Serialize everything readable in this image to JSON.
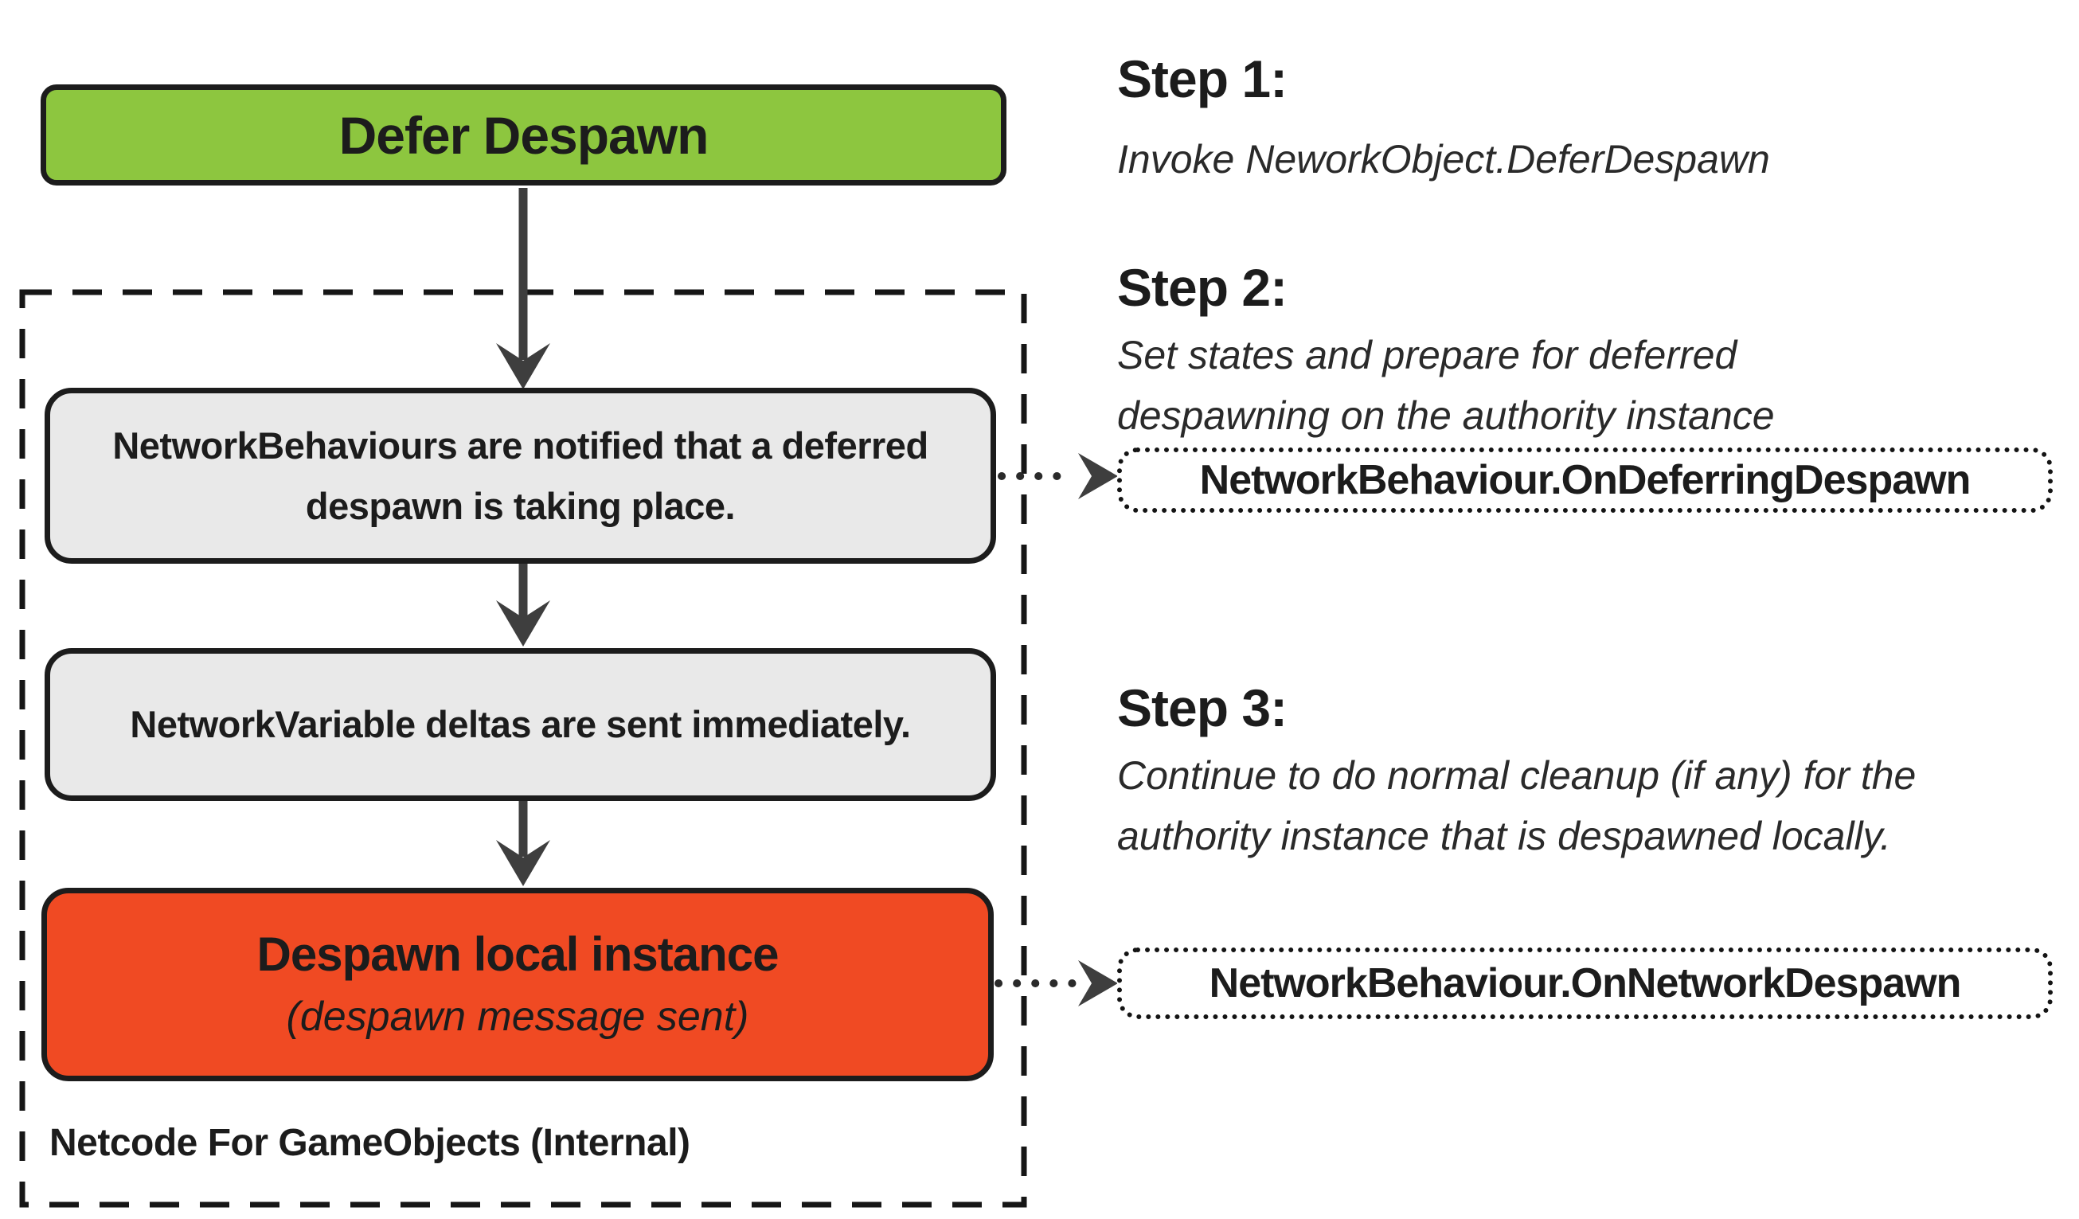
{
  "flow": {
    "start_label": "Defer Despawn",
    "notify_text": "NetworkBehaviours are notified that a deferred despawn is taking place.",
    "deltas_text": "NetworkVariable deltas are sent immediately.",
    "despawn_title": "Despawn local instance",
    "despawn_subtitle": "(despawn message sent)",
    "container_label": "Netcode For GameObjects (Internal)"
  },
  "steps": [
    {
      "heading": "Step 1:",
      "description": "Invoke NeworkObject.DeferDespawn"
    },
    {
      "heading": "Step 2:",
      "description": "Set states and prepare for deferred despawning on the authority instance",
      "callout": "NetworkBehaviour.OnDeferringDespawn"
    },
    {
      "heading": "Step 3:",
      "description": "Continue to do normal cleanup (if any) for the authority instance that is despawned locally.",
      "callout": "NetworkBehaviour.OnNetworkDespawn"
    }
  ],
  "colors": {
    "green": "#8dc63f",
    "red": "#f04a23",
    "gray": "#e9e9e9",
    "ink": "#1c1c1c",
    "arrow": "#3e3e3e"
  }
}
